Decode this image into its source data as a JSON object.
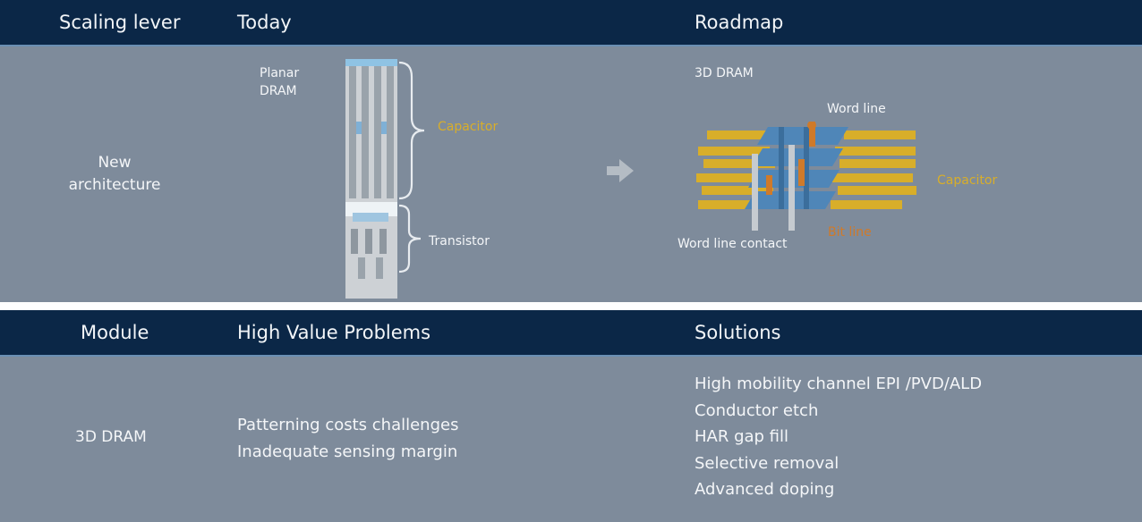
{
  "top_table": {
    "headers": {
      "scaling_lever": "Scaling lever",
      "today": "Today",
      "roadmap": "Roadmap"
    },
    "row": {
      "lever": "New architecture",
      "today": {
        "title": "Planar DRAM",
        "capacitor_label": "Capacitor",
        "transistor_label": "Transistor"
      },
      "roadmap": {
        "title": "3D DRAM",
        "word_line_label": "Word line",
        "capacitor_label": "Capacitor",
        "bit_line_label": "Bit line",
        "word_line_contact_label": "Word line contact"
      }
    }
  },
  "bottom_table": {
    "headers": {
      "module": "Module",
      "problems": "High Value Problems",
      "solutions": "Solutions"
    },
    "row": {
      "module": "3D DRAM",
      "problems": [
        "Patterning costs challenges",
        "Inadequate sensing margin"
      ],
      "solutions": [
        "High mobility channel EPI /PVD/ALD",
        "Conductor etch",
        "HAR gap fill",
        "Selective removal",
        "Advanced doping"
      ]
    }
  },
  "colors": {
    "header_bg": "#0b2747",
    "panel_bg": "#7e8b9b",
    "capacitor_yellow": "#d8ae2a",
    "bit_line_orange": "#cf7a2a",
    "cell_blue": "#4f86b8"
  }
}
